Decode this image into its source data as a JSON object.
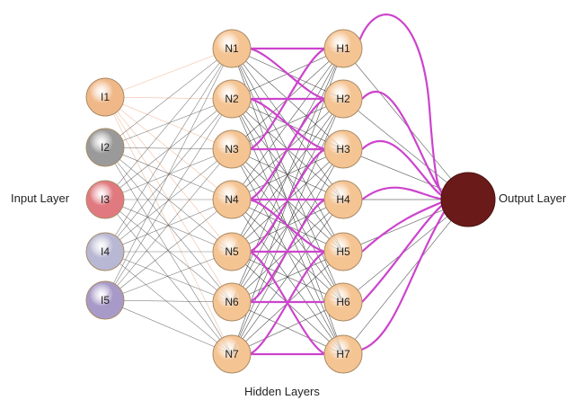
{
  "labels": {
    "input_layer": "Input Layer",
    "output_layer": "Output Layer",
    "hidden_layers": "Hidden Layers"
  },
  "input_nodes": [
    {
      "label": "I1",
      "color": "#f0b888"
    },
    {
      "label": "I2",
      "color": "#9a9a9a"
    },
    {
      "label": "I3",
      "color": "#e07a80"
    },
    {
      "label": "I4",
      "color": "#b8b8d4"
    },
    {
      "label": "I5",
      "color": "#a89ac8"
    }
  ],
  "hidden_layer_1": [
    "N1",
    "N2",
    "N3",
    "N4",
    "N5",
    "N6",
    "N7"
  ],
  "hidden_layer_2": [
    "H1",
    "H2",
    "H3",
    "H4",
    "H5",
    "H6",
    "H7"
  ],
  "output_node": {
    "label": "",
    "color": "#6b1a1a"
  },
  "colors": {
    "hidden_node": "#f5c493",
    "hidden_node_stroke": "#a88a66",
    "edge": "#555555",
    "highlight_edge": "#cc44cc",
    "input_edge_highlight": "#f0b898"
  }
}
